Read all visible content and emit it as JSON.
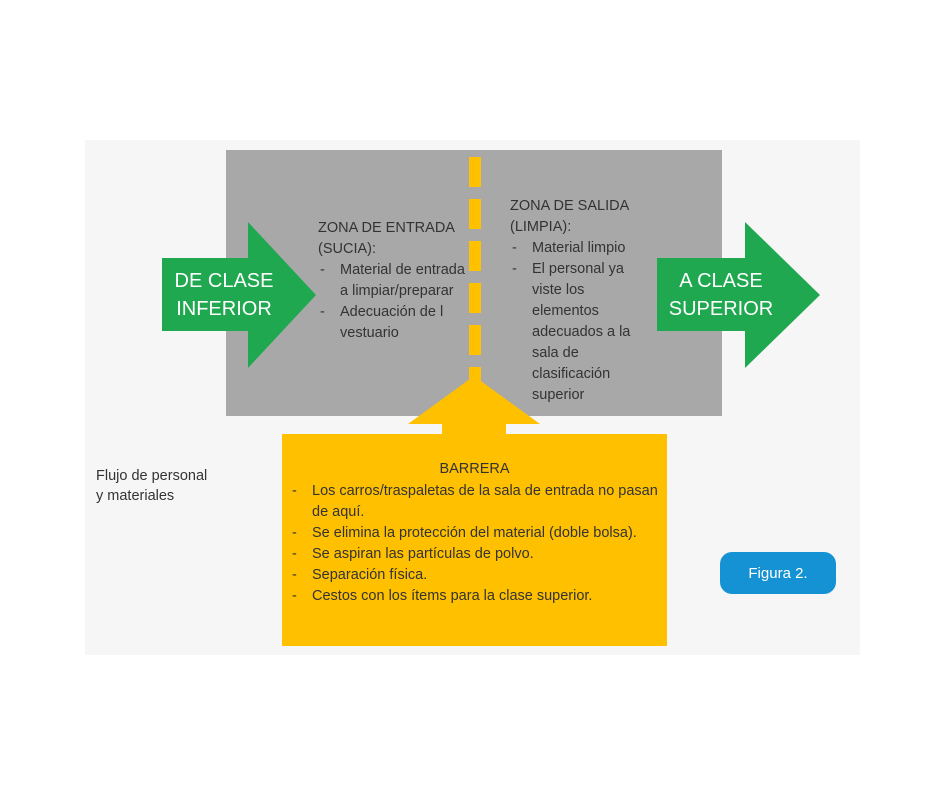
{
  "colors": {
    "gray_zone": "#a8a8a8",
    "arrow_green": "#1fa84f",
    "barrier_yellow": "#ffc000",
    "badge_blue": "#1592d3",
    "text": "#333333"
  },
  "left_arrow": {
    "line1": "DE CLASE",
    "line2": "INFERIOR"
  },
  "right_arrow": {
    "line1": "A CLASE",
    "line2": "SUPERIOR"
  },
  "entry_zone": {
    "title_line1": "ZONA  DE ENTRADA",
    "title_line2": "(SUCIA):",
    "items": [
      "Material de entrada a limpiar/preparar",
      "Adecuación de l vestuario"
    ]
  },
  "exit_zone": {
    "title_line1": "ZONA  DE SALIDA",
    "title_line2": "(LIMPIA):",
    "items": [
      "Material limpio",
      "El personal ya viste  los elementos adecuados a la sala de clasificación superior"
    ]
  },
  "barrier": {
    "title": "BARRERA",
    "items": [
      "Los carros/traspaletas de la sala de entrada no pasan de aquí.",
      "Se elimina la protección del material (doble bolsa).",
      "Se aspiran las partículas de polvo.",
      "Separación física.",
      "Cestos con los ítems para la clase superior."
    ]
  },
  "flow_label": {
    "line1": "Flujo de personal",
    "line2": "y materiales"
  },
  "figure_badge": "Figura 2."
}
